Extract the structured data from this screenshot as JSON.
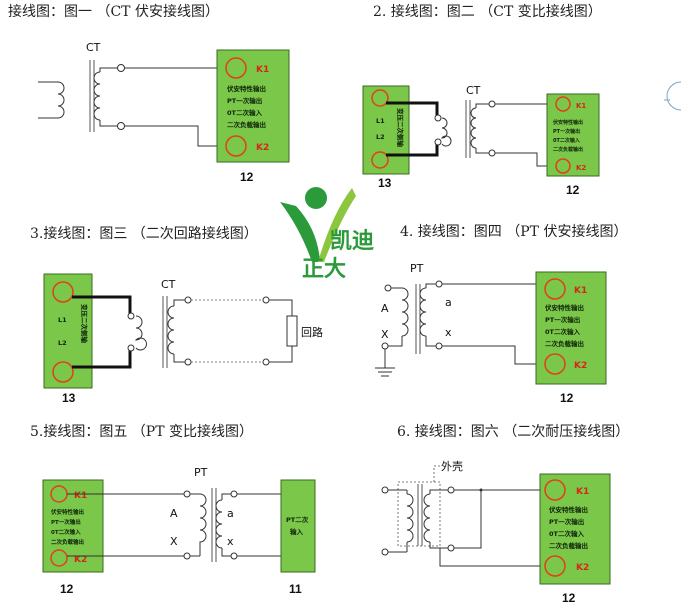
{
  "captions": {
    "c1": "接线图：图一  （CT 伏安接线图）",
    "c2": "2. 接线图：图二  （CT 变比接线图）",
    "c3": "3.接线图：图三  （二次回路接线图）",
    "c4": "4. 接线图：图四  （PT 伏安接线图）",
    "c5": "5.接线图：图五  （PT 变比接线图）",
    "c6": "6. 接线图：图六  （二次耐压接线图）"
  },
  "labels": {
    "ct": "CT",
    "pt": "PT",
    "A": "A",
    "X": "X",
    "a": "a",
    "x": "x",
    "loop": "回路",
    "shell": "外壳",
    "L1": "L1",
    "L2": "L2"
  },
  "panel12": {
    "k1": "K1",
    "k2": "K2",
    "lines": [
      "伏安特性输出",
      "PT一次输出",
      "0T二次输入",
      "二次负载输出"
    ],
    "number": "12"
  },
  "panel13": {
    "vertical": "变压二次侧输",
    "number": "13"
  },
  "panel11": {
    "lines": [
      "PT二次",
      "输入"
    ],
    "number": "11"
  },
  "logo": {
    "line1": "凯迪",
    "line2": "正大"
  },
  "colors": {
    "panel": "#7ac74a",
    "ring": "#e0401a",
    "logo_green": "#2a9a3a"
  }
}
